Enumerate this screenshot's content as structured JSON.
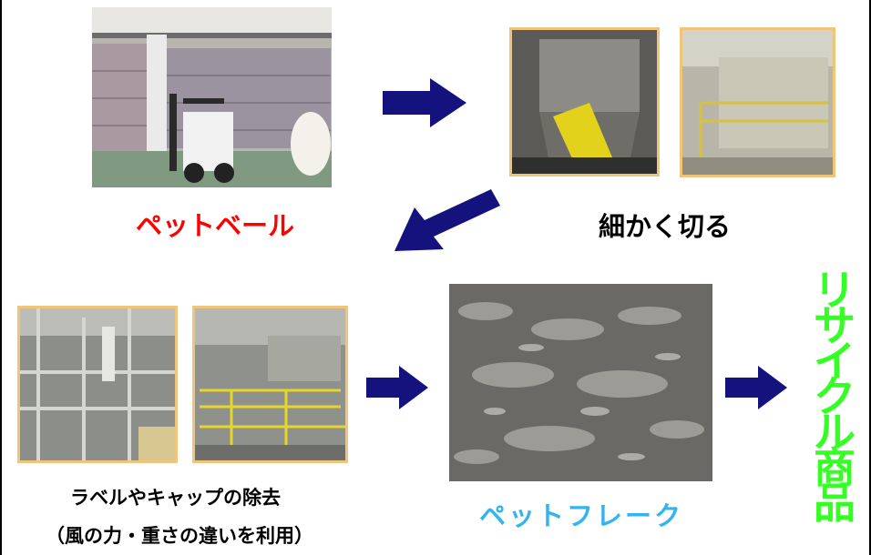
{
  "labels": {
    "pet_bale": "ペットベール",
    "cut_fine": "細かく切る",
    "label_cap_removal": "ラベルやキャップの除去",
    "wind_weight_note": "（風の力・重さの違いを利用）",
    "pet_flake": "ペットフレーク",
    "recycled_products": "リサイクル商品"
  },
  "colors": {
    "pet_bale": "#ff0000",
    "pet_flake": "#33b4ef",
    "recycled_products": "#33ff22",
    "arrow": "#14137e",
    "photo_border": "#f2c47a"
  }
}
